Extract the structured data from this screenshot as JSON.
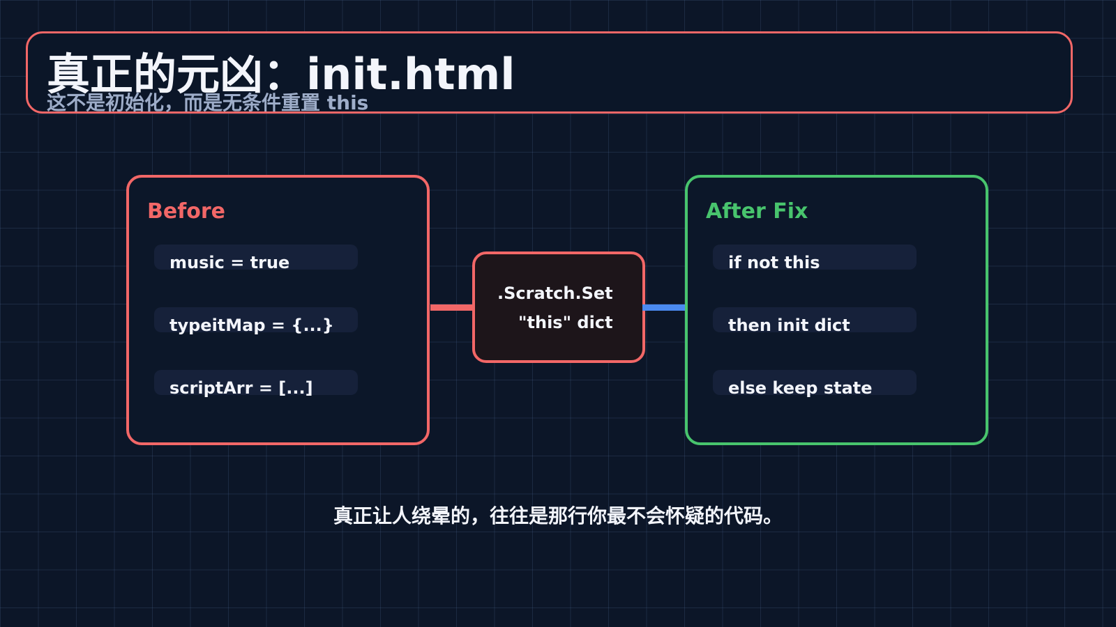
{
  "header": {
    "title": "真正的元凶：init.html",
    "subtitle": "这不是初始化，而是无条件重置 this"
  },
  "diagram": {
    "before": {
      "title": "Before",
      "items": [
        "music = true",
        "typeitMap = {...}",
        "scriptArr = [...]"
      ]
    },
    "center": {
      "line1": ".Scratch.Set",
      "line2": "\"this\" dict"
    },
    "after": {
      "title": "After Fix",
      "items": [
        "if not this",
        "then init dict",
        "else keep state"
      ]
    }
  },
  "caption": "真正让人绕晕的，往往是那行你最不会怀疑的代码。",
  "colors": {
    "background": "#0c1628",
    "before_accent": "#f26767",
    "after_accent": "#48c46d",
    "connector_right": "#4b8af0",
    "text": "#f3f5fb"
  }
}
